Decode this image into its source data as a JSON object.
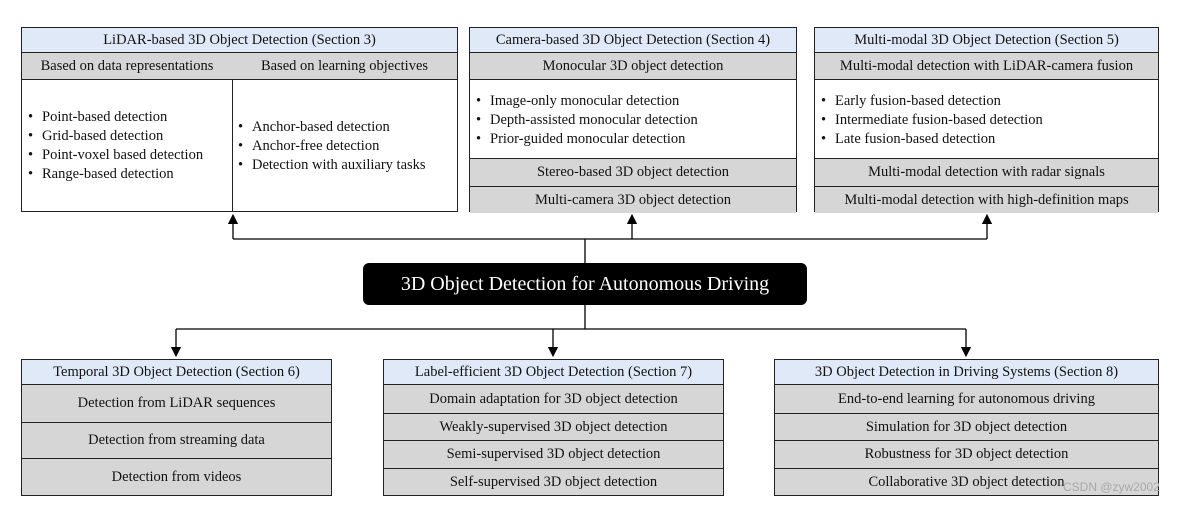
{
  "center": {
    "title": "3D Object Detection for Autonomous Driving"
  },
  "lidar": {
    "header": "LiDAR-based 3D Object Detection (Section 3)",
    "left": {
      "title": "Based on data representations",
      "items": [
        "Point-based detection",
        "Grid-based detection",
        "Point-voxel based detection",
        "Range-based detection"
      ]
    },
    "right": {
      "title": "Based on learning objectives",
      "items": [
        "Anchor-based detection",
        "Anchor-free detection",
        "Detection with auxiliary tasks"
      ]
    }
  },
  "camera": {
    "header": "Camera-based 3D Object Detection (Section 4)",
    "group_title": "Monocular 3D object detection",
    "items": [
      "Image-only monocular detection",
      "Depth-assisted monocular detection",
      "Prior-guided monocular detection"
    ],
    "rows": [
      "Stereo-based 3D object detection",
      "Multi-camera 3D object detection"
    ]
  },
  "multimodal": {
    "header": "Multi-modal 3D Object Detection (Section 5)",
    "group_title": "Multi-modal detection with LiDAR-camera fusion",
    "items": [
      "Early fusion-based detection",
      "Intermediate fusion-based detection",
      "Late fusion-based detection"
    ],
    "rows": [
      "Multi-modal detection with radar signals",
      "Multi-modal detection with high-definition maps"
    ]
  },
  "temporal": {
    "header": "Temporal 3D Object Detection (Section 6)",
    "rows": [
      "Detection from LiDAR sequences",
      "Detection from streaming data",
      "Detection from videos"
    ]
  },
  "label_efficient": {
    "header": "Label-efficient 3D Object Detection (Section 7)",
    "rows": [
      "Domain adaptation for 3D object detection",
      "Weakly-supervised 3D object detection",
      "Semi-supervised 3D object detection",
      "Self-supervised 3D object detection"
    ]
  },
  "driving_systems": {
    "header": "3D Object Detection in Driving Systems (Section 8)",
    "rows": [
      "End-to-end learning for autonomous driving",
      "Simulation for 3D object detection",
      "Robustness for 3D object detection",
      "Collaborative 3D object detection"
    ]
  },
  "watermark": "CSDN @zyw2002",
  "colors": {
    "header_bg": "#dfe9f7",
    "row_bg": "#d6d6d6",
    "center_bg": "#000000"
  }
}
